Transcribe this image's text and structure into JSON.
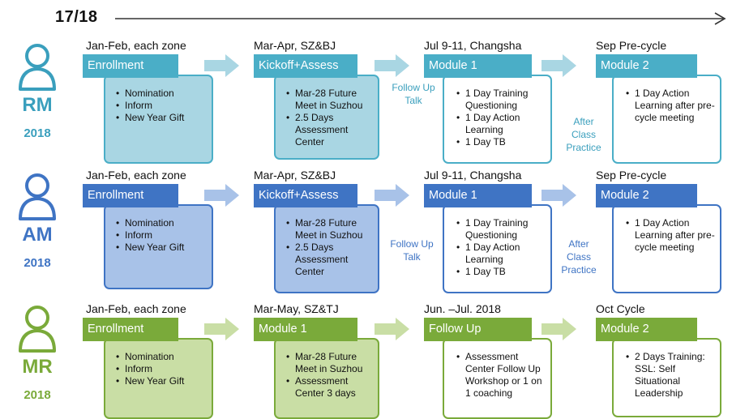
{
  "timeline": {
    "label": "17/18"
  },
  "colors": {
    "rm": {
      "tab": "#4aaec7",
      "box_fill": "#a9d6e3",
      "box_border": "#4aaec7",
      "text": "#3a9fbd",
      "arrow": "#a9d6e3"
    },
    "am": {
      "tab": "#3f74c4",
      "box_fill": "#a8c2e8",
      "box_border": "#3f74c4",
      "text": "#3f74c4",
      "arrow": "#a8c2e8"
    },
    "mr": {
      "tab": "#7aaa3a",
      "box_fill": "#c9dea5",
      "box_border": "#7aaa3a",
      "text": "#7aaa3a",
      "arrow": "#c9dea5"
    }
  },
  "rows": [
    {
      "role": "RM",
      "year": "2018",
      "icon": "person-icon",
      "stages": [
        {
          "head": "Jan-Feb, each zone",
          "tab": "Enrollment",
          "items": [
            "Nomination",
            "Inform",
            "New Year Gift"
          ]
        },
        {
          "head": "Mar-Apr, SZ&BJ",
          "tab": "Kickoff+Assess",
          "items": [
            "Mar-28 Future Meet in Suzhou",
            "2.5 Days Assessment Center"
          ]
        },
        {
          "head": "Jul 9-11, Changsha",
          "tab": "Module 1",
          "items": [
            "1 Day Training Questioning",
            "1 Day Action Learning",
            "1 Day TB"
          ]
        },
        {
          "head": "Sep Pre-cycle",
          "tab": "Module 2",
          "items": [
            "1 Day Action Learning after pre-cycle meeting"
          ]
        }
      ],
      "notes": [
        "Follow Up Talk",
        "After Class Practice"
      ]
    },
    {
      "role": "AM",
      "year": "2018",
      "icon": "person-icon",
      "stages": [
        {
          "head": "Jan-Feb, each zone",
          "tab": "Enrollment",
          "items": [
            "Nomination",
            "Inform",
            "New Year Gift"
          ]
        },
        {
          "head": "Mar-Apr, SZ&BJ",
          "tab": "Kickoff+Assess",
          "items": [
            "Mar-28 Future Meet in Suzhou",
            "2.5 Days Assessment Center"
          ]
        },
        {
          "head": "Jul 9-11, Changsha",
          "tab": "Module 1",
          "items": [
            "1 Day Training Questioning",
            "1 Day Action Learning",
            "1 Day TB"
          ]
        },
        {
          "head": "Sep Pre-cycle",
          "tab": "Module 2",
          "items": [
            "1 Day Action Learning after pre-cycle meeting"
          ]
        }
      ],
      "notes": [
        "Follow Up Talk",
        "After Class Practice"
      ]
    },
    {
      "role": "MR",
      "year": "2018",
      "icon": "person-icon",
      "stages": [
        {
          "head": "Jan-Feb, each zone",
          "tab": "Enrollment",
          "items": [
            "Nomination",
            "Inform",
            "New Year Gift"
          ]
        },
        {
          "head": "Mar-May, SZ&TJ",
          "tab": "Module 1",
          "items": [
            "Mar-28 Future Meet in Suzhou",
            "Assessment Center 3 days"
          ]
        },
        {
          "head": "Jun. –Jul. 2018",
          "tab": "Follow Up",
          "items": [
            "Assessment Center Follow Up Workshop or 1 on 1 coaching"
          ]
        },
        {
          "head": "Oct Cycle",
          "tab": "Module 2",
          "items": [
            "2 Days Training: SSL: Self Situational Leadership"
          ]
        }
      ],
      "notes": []
    }
  ]
}
